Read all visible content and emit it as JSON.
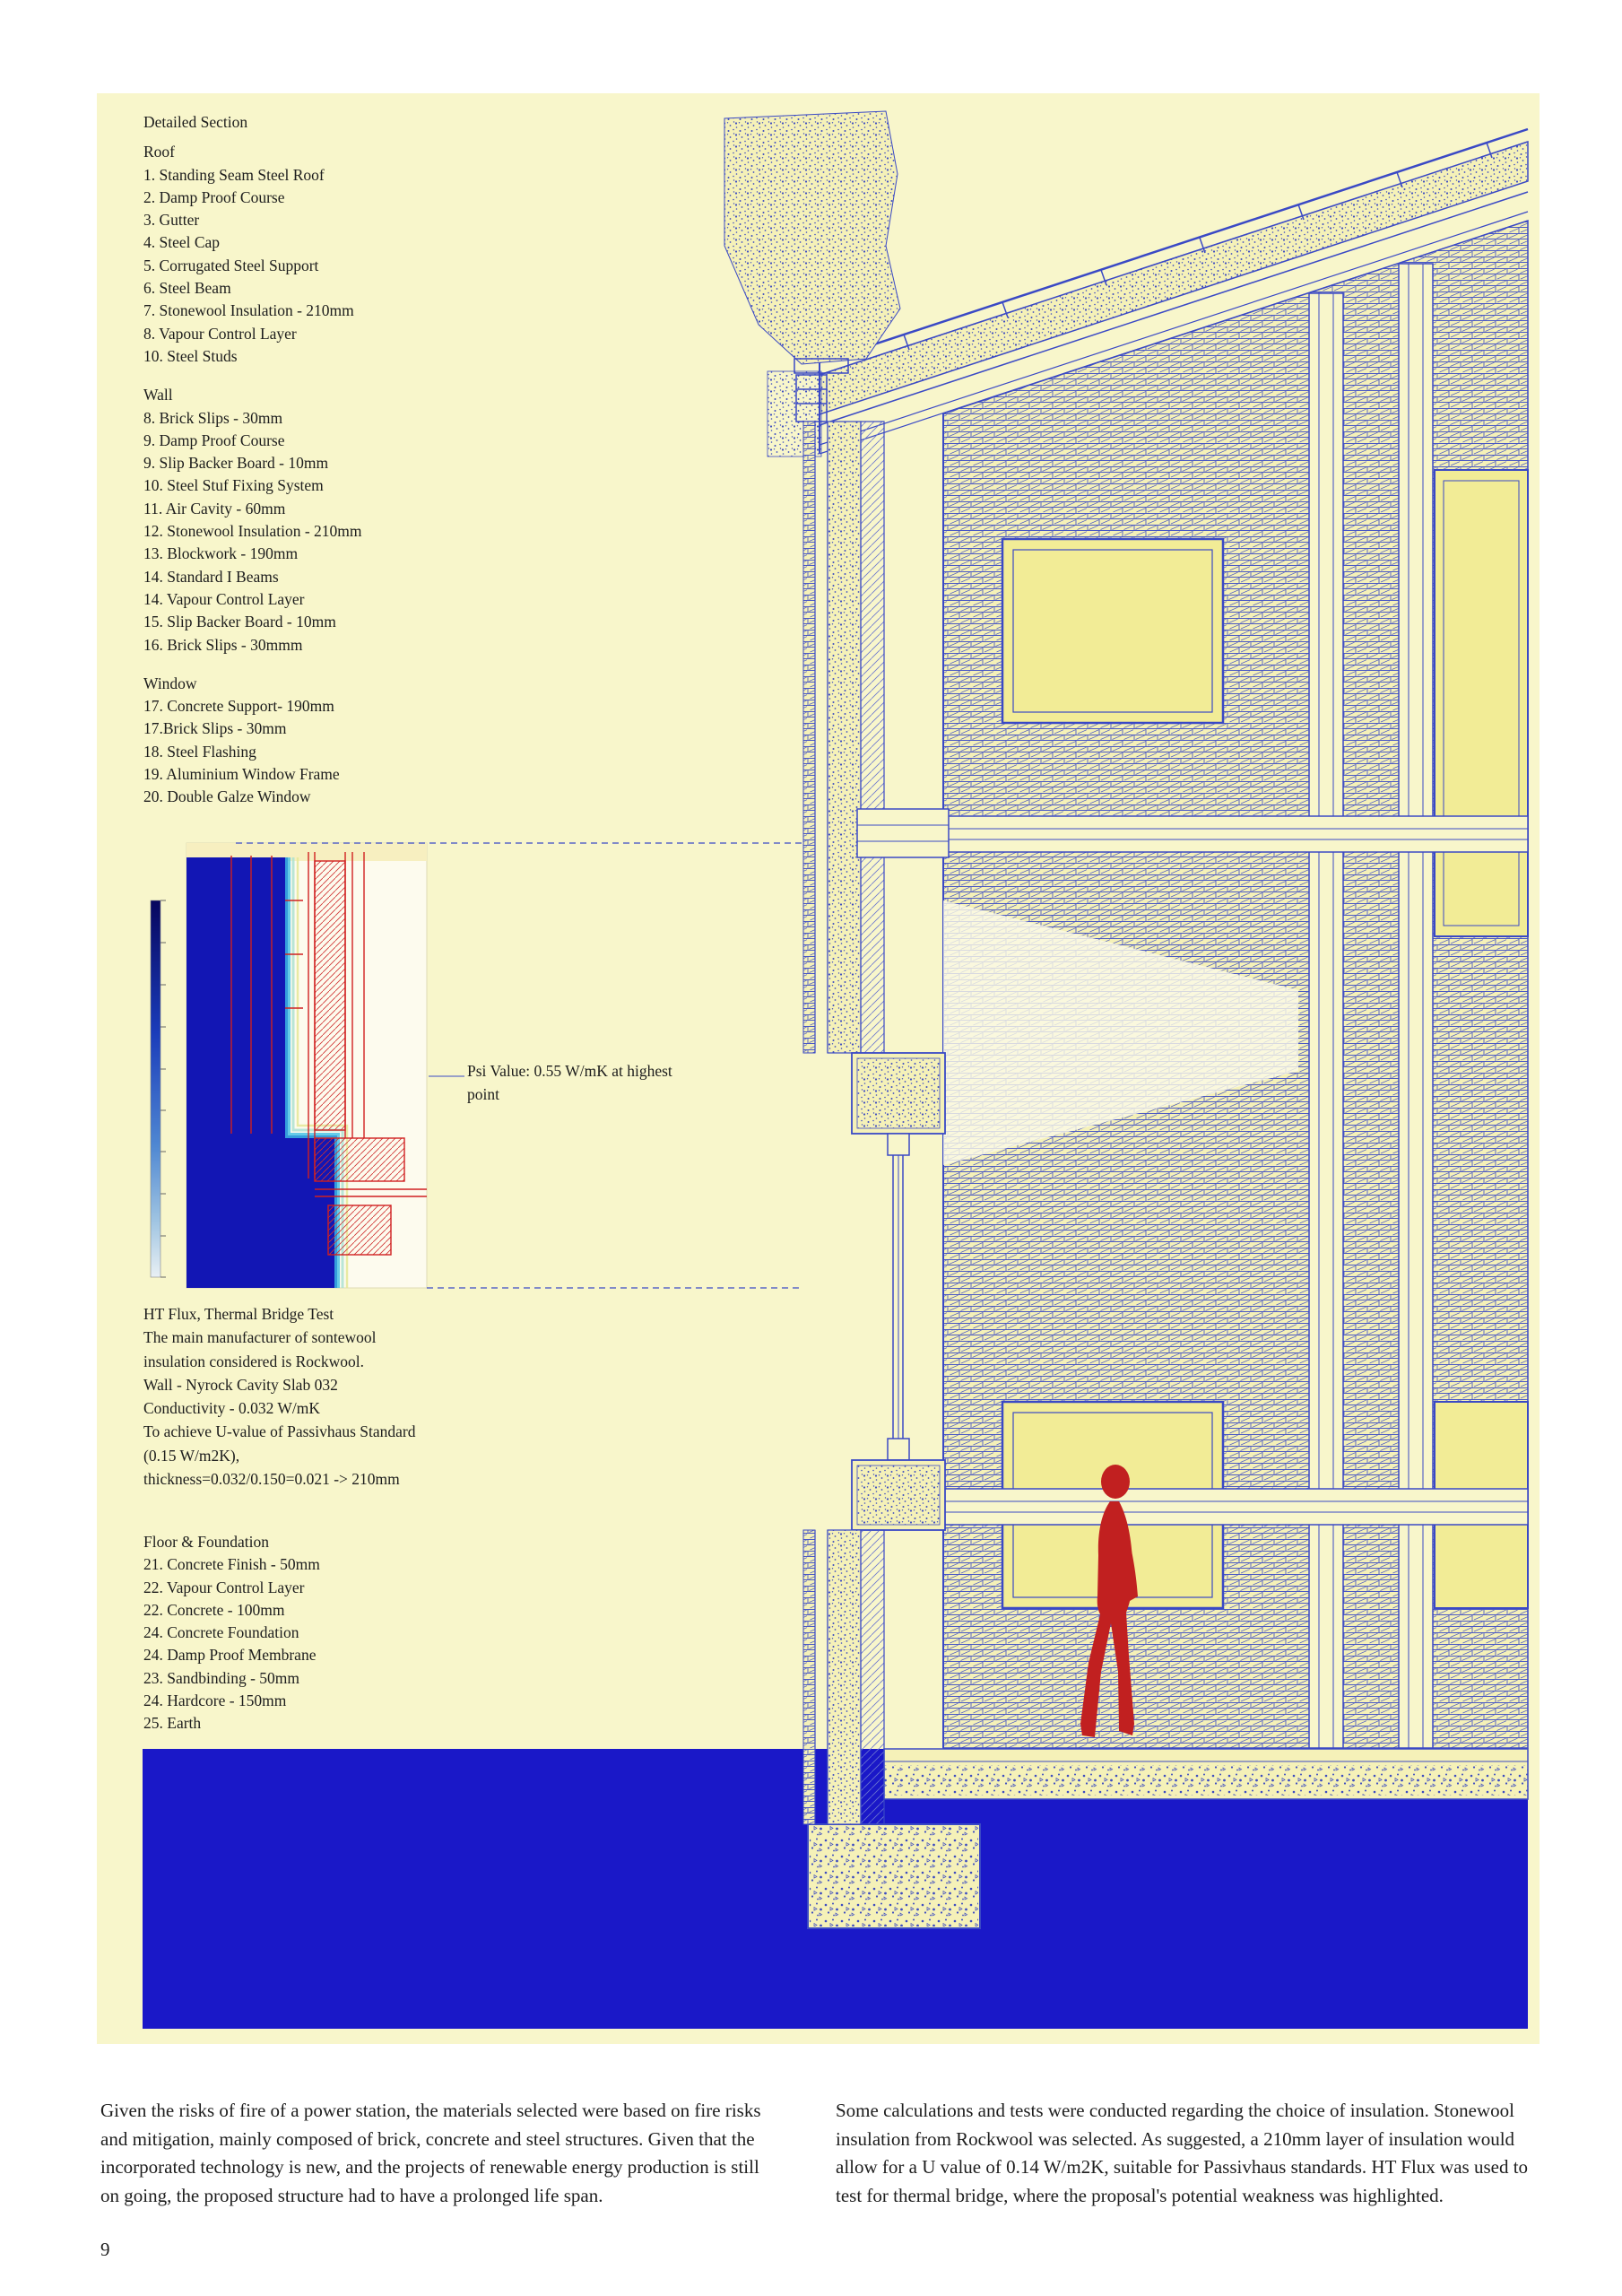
{
  "page": {
    "number": "9"
  },
  "legend": {
    "section_title": "Detailed Section",
    "roof": {
      "title": "Roof",
      "items": [
        "1. Standing Seam Steel Roof",
        "2. Damp Proof Course",
        "3. Gutter",
        "4. Steel Cap",
        "5. Corrugated Steel Support",
        "6. Steel Beam",
        "7. Stonewool Insulation - 210mm",
        "8. Vapour Control Layer",
        "10. Steel Studs"
      ]
    },
    "wall": {
      "title": "Wall",
      "items": [
        "8. Brick Slips - 30mm",
        "9. Damp Proof Course",
        "9. Slip Backer Board - 10mm",
        "10. Steel Stuf Fixing System",
        "11. Air Cavity - 60mm",
        "12. Stonewool Insulation - 210mm",
        "13. Blockwork - 190mm",
        "14. Standard I Beams",
        "14. Vapour Control Layer",
        "15. Slip Backer Board - 10mm",
        "16. Brick Slips - 30mmm"
      ]
    },
    "window": {
      "title": "Window",
      "items": [
        "17. Concrete Support- 190mm",
        "17.Brick Slips - 30mm",
        "18. Steel Flashing",
        "19. Aluminium Window Frame",
        "20. Double Galze Window"
      ]
    },
    "floor": {
      "title": "Floor & Foundation",
      "items": [
        "21. Concrete Finish - 50mm",
        "22. Vapour Control Layer",
        "22. Concrete - 100mm",
        "24. Concrete Foundation",
        "24. Damp Proof Membrane",
        "23. Sandbinding - 50mm",
        "24. Hardcore - 150mm",
        "25. Earth"
      ]
    }
  },
  "callouts": {
    "psi_value": "Psi Value: 0.55 W/mK at highest\npoint"
  },
  "thermal_note": "HT Flux, Thermal Bridge Test\nThe main manufacturer of sontewool\ninsulation considered is Rockwool.\nWall - Nyrock Cavity Slab 032\nConductivity - 0.032 W/mK\nTo achieve U-value of Passivhaus Standard\n(0.15 W/m2K),\nthickness=0.032/0.150=0.021 -> 210mm",
  "paragraphs": {
    "left": "Given the risks of fire of a power station, the materials selected were based on fire risks and mitigation, mainly composed of brick, concrete and steel structures. Given that the incorporated technology is new, and the projects of renewable energy production is still on going, the proposed structure  had to have a prolonged life span.",
    "right": "Some calculations and tests were conducted regarding the choice of insulation. Stonewool insulation from Rockwool was selected. As suggested, a 210mm layer of insulation would allow for a U value of 0.14 W/m2K, suitable for Passivhaus standards. HT Flux was used to test for thermal bridge, where the proposal's potential weakness was highlighted."
  },
  "colors": {
    "panel_background": "#f8f6cb",
    "linework_blue": "#3a49c5",
    "earth_blue": "#1a18c8",
    "window_yellow": "#f2ec96",
    "figure_red": "#c12020",
    "thermal_cold_blue": "#1216b4",
    "thermal_overlay_red": "#d02020"
  }
}
